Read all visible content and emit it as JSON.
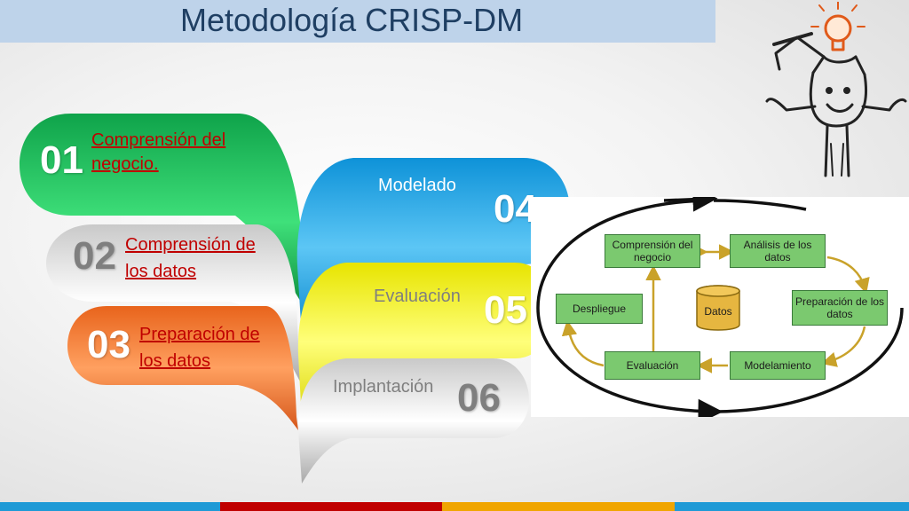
{
  "title": "Metodología CRISP-DM",
  "steps": [
    {
      "number": "01",
      "label": "Comprensión del negocio.",
      "line1": "Comprensión del",
      "line2": "negocio.",
      "color": "#12b24a"
    },
    {
      "number": "02",
      "label": "Comprensión de los datos",
      "line1": "Comprensión de",
      "line2": "los datos",
      "color": "#d6d6d6"
    },
    {
      "number": "03",
      "label": "Preparación de los datos",
      "line1": "Preparación de",
      "line2": "los datos",
      "color": "#ef7b2a"
    },
    {
      "number": "04",
      "label": "Modelado",
      "color": "#1fa7e6"
    },
    {
      "number": "05",
      "label": "Evaluación",
      "color": "#f2ef1e"
    },
    {
      "number": "06",
      "label": "Implantación",
      "color": "#d6d6d6"
    }
  ],
  "cycle": {
    "business_understanding": "Comprensión del negocio",
    "data_understanding": "Análisis de los datos",
    "data_preparation": "Preparación de los datos",
    "modeling": "Modelamiento",
    "evaluation": "Evaluación",
    "deployment": "Despliegue",
    "data": "Datos",
    "box_color": "#7bc96f",
    "arrow_color": "#c9a22a"
  },
  "illustration": "lightbulb-thinking-figure-icon",
  "bottom_strip_colors": [
    "#1f9ad6",
    "#c00000",
    "#f0a500",
    "#1f9ad6"
  ]
}
